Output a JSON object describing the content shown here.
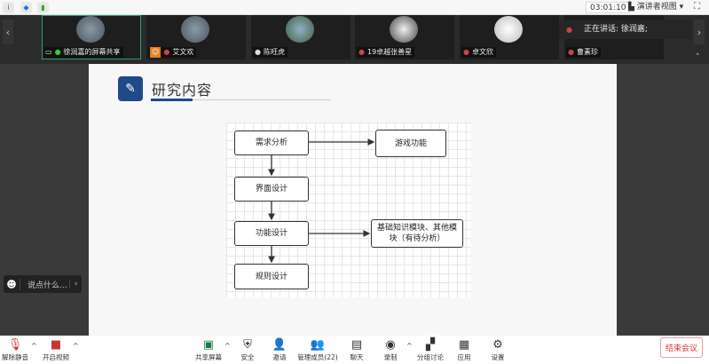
{
  "topbar": {
    "timer": "03:01:10",
    "view_mode": "演讲者视图",
    "icons": [
      "info-icon",
      "shield-icon",
      "signal-icon"
    ]
  },
  "participants": [
    {
      "name": "徐润嘉的屏幕共享",
      "mic": "on",
      "sharing": true
    },
    {
      "name": "艾文欢",
      "mic": "muted"
    },
    {
      "name": "陈旺虎",
      "mic": "on"
    },
    {
      "name": "19卓越张善星",
      "mic": "muted"
    },
    {
      "name": "卓文欣",
      "mic": "muted"
    },
    {
      "name": "曹素珍",
      "mic": "muted"
    }
  ],
  "speaking": "正在讲话: 徐润嘉;",
  "slide": {
    "title": "研究内容",
    "diagram": {
      "nodes": [
        "需求分析",
        "游戏功能",
        "界面设计",
        "功能设计",
        "基础知识模块、其他模块（有待分析）",
        "规则设计"
      ]
    }
  },
  "chat": {
    "placeholder": "说点什么..."
  },
  "toolbar": {
    "unmute": "解除静音",
    "video": "开启视频",
    "share": "共享屏幕",
    "security": "安全",
    "invite": "邀请",
    "members": "管理成员(22)",
    "chat": "聊天",
    "record": "录制",
    "breakout": "分组讨论",
    "apps": "应用",
    "settings": "设置",
    "end": "结束会议"
  }
}
